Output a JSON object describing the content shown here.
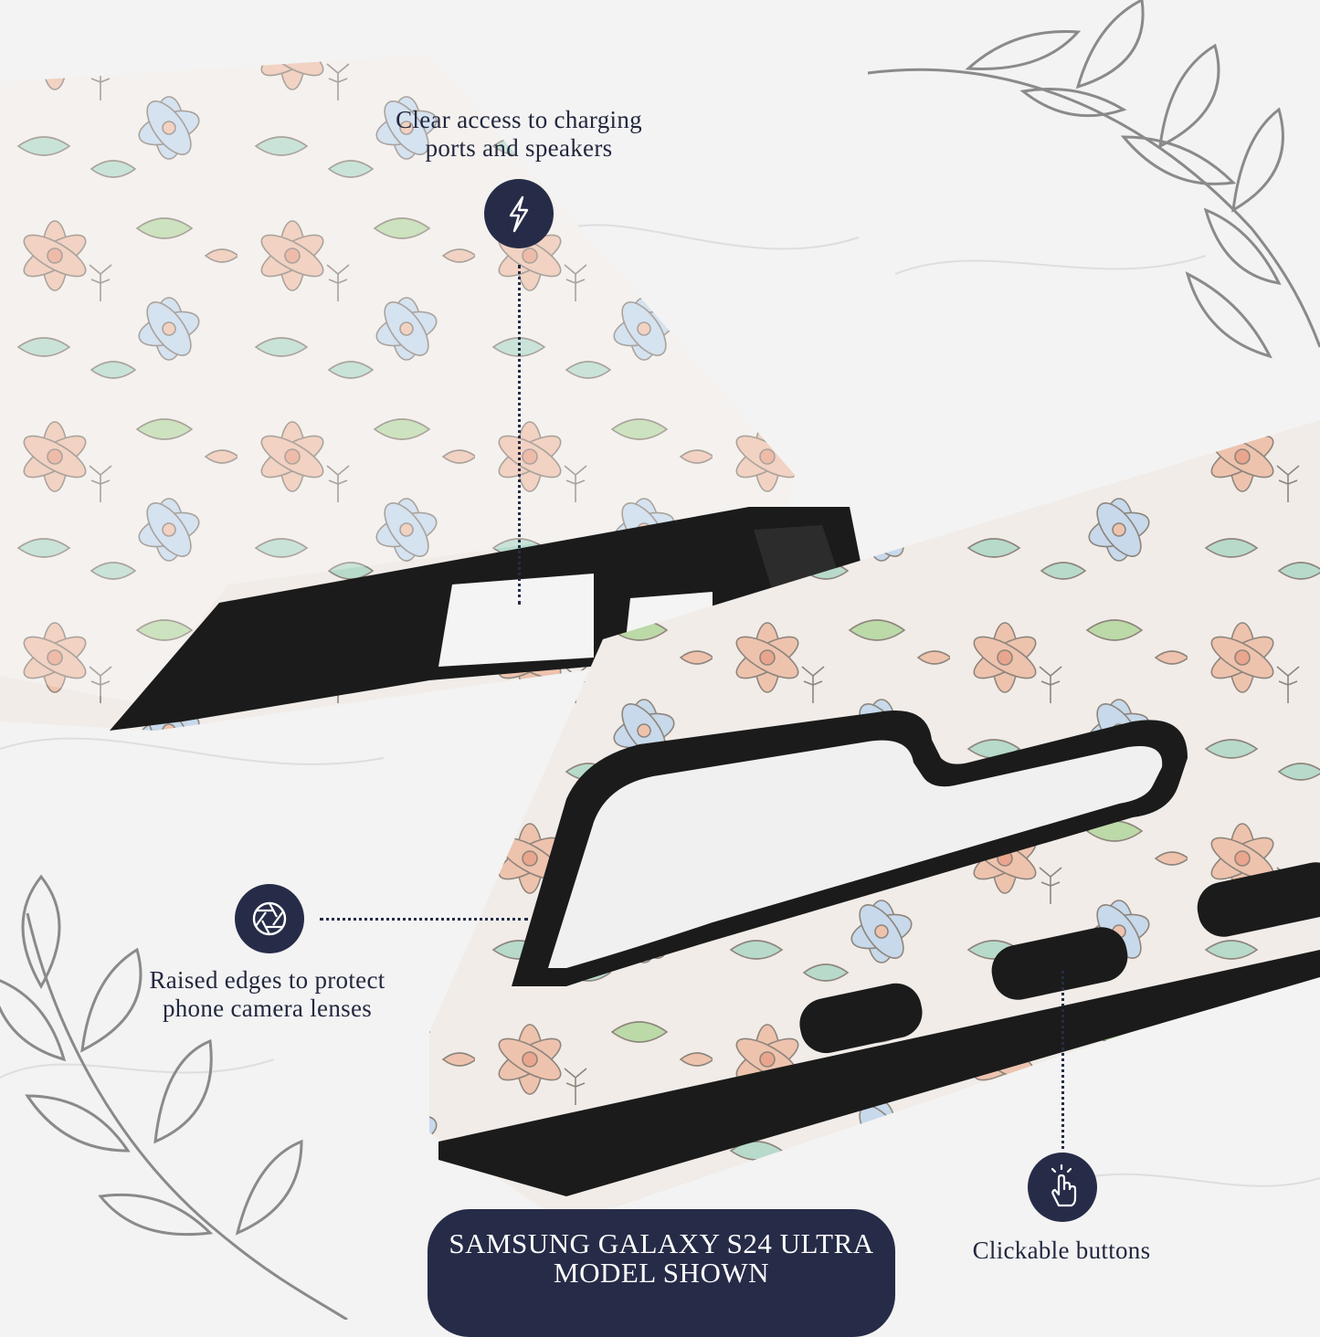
{
  "callouts": {
    "ports": {
      "line1": "Clear access to charging",
      "line2": "ports and speakers",
      "icon": "lightning-bolt-icon"
    },
    "edges": {
      "line1": "Raised edges to protect",
      "line2": "phone camera lenses",
      "icon": "camera-aperture-icon"
    },
    "buttons": {
      "label": "Clickable buttons",
      "icon": "finger-tap-icon"
    }
  },
  "banner": {
    "line1": "SAMSUNG GALAXY S24 ULTRA",
    "line2": "MODEL SHOWN"
  },
  "colors": {
    "navy": "#262c48",
    "case_black": "#1b1b1b",
    "case_cream": "#f1ece8",
    "flower_pink": "#eec3ae",
    "flower_blue": "#c7d9eb",
    "leaf_green": "#bcd9a8",
    "leaf_teal": "#b7dacb",
    "marble": "#f3f3f3",
    "sprig_gray": "#8a8a8a"
  }
}
